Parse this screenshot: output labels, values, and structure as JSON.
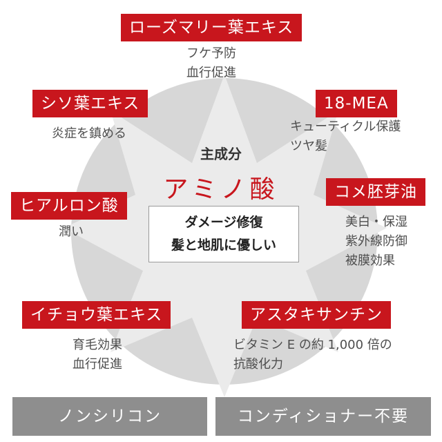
{
  "colors": {
    "accent": "#c8161d",
    "button": "#8e8e8e",
    "star": "#ebebeb",
    "circle": "#d7d7d7"
  },
  "center": {
    "title": "主成分",
    "main": "アミノ酸",
    "box_line1": "ダメージ修復",
    "box_line2": "髪と地肌に優しい"
  },
  "ingredients": {
    "rosemary": {
      "name": "ローズマリー葉エキス",
      "desc1": "フケ予防",
      "desc2": "血行促進"
    },
    "shiso": {
      "name": "シソ葉エキス",
      "desc1": "炎症を鎮める"
    },
    "mea": {
      "name": "18-MEA",
      "desc1": "キューティクル保護",
      "desc2": "ツヤ髪"
    },
    "hyaluronic": {
      "name": "ヒアルロン酸",
      "desc1": "潤い"
    },
    "rice": {
      "name": "コメ胚芽油",
      "desc1": "美白・保湿",
      "desc2": "紫外線防御",
      "desc3": "被膜効果"
    },
    "ginkgo": {
      "name": "イチョウ葉エキス",
      "desc1": "育毛効果",
      "desc2": "血行促進"
    },
    "astaxanthin": {
      "name": "アスタキサンチン",
      "desc1": "ビタミン E の約 1,000 倍の",
      "desc2": "抗酸化力"
    }
  },
  "bottom": {
    "left_label": "ノンシリコン",
    "right_label": "コンディショナー不要"
  }
}
